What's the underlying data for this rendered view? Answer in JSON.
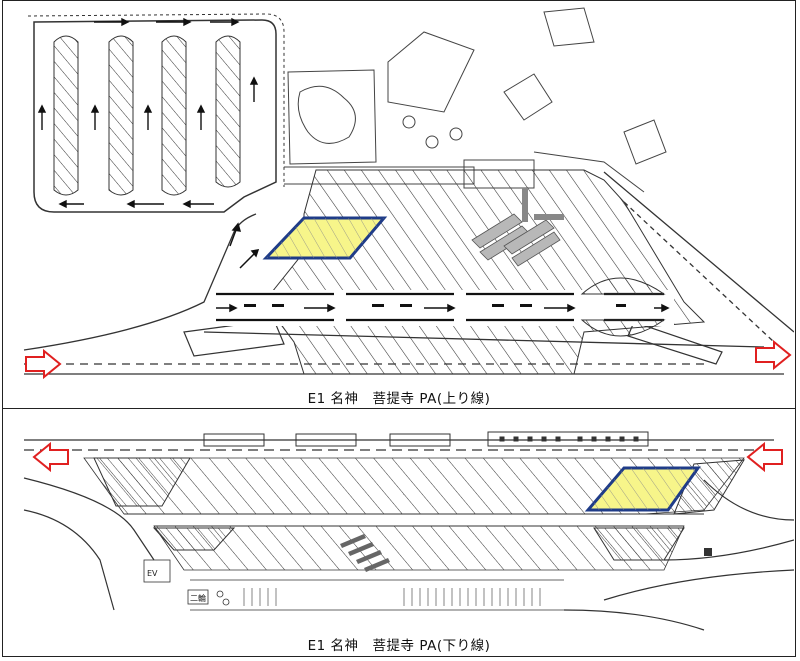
{
  "panels": [
    {
      "caption": "E1 名神　菩提寺 PA(上り線)"
    },
    {
      "caption": "E1 名神　菩提寺 PA(下り線)"
    }
  ],
  "labels": {
    "motorcycle": "二輪",
    "elevator": "EV"
  },
  "colors": {
    "highlight_fill": "#f7f58a",
    "highlight_border": "#1f3c88",
    "arrow_red": "#e02020",
    "map_line": "#333333"
  }
}
